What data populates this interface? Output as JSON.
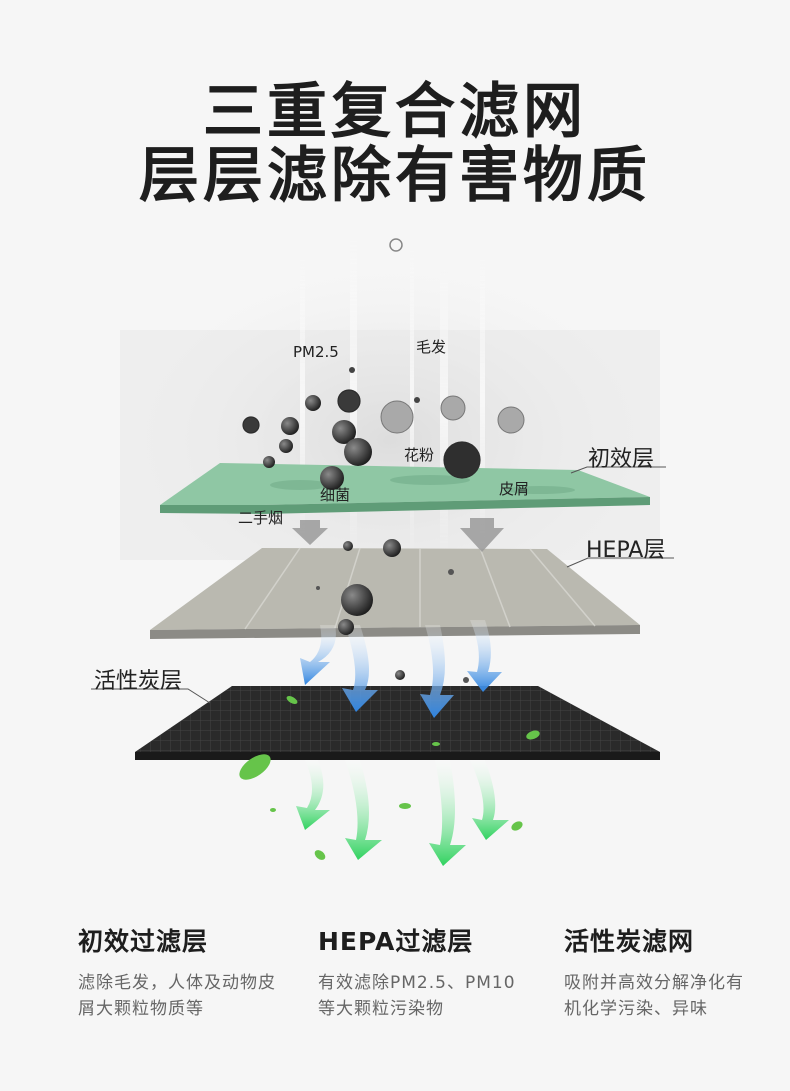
{
  "headline": {
    "line1": "三重复合滤网",
    "line2": "层层滤除有害物质"
  },
  "particles": {
    "pm25": "PM2.5",
    "hair": "毛发",
    "pollen": "花粉",
    "bacteria": "细菌",
    "dander": "皮屑",
    "smoke": "二手烟"
  },
  "layers": {
    "primary": "初效层",
    "hepa": "HEPA层",
    "carbon": "活性炭层"
  },
  "features": [
    {
      "title": "初效过滤层",
      "desc": "滤除毛发，人体及动物皮屑大颗粒物质等"
    },
    {
      "title": "HEPA过滤层",
      "desc": "有效滤除PM2.5、PM10等大颗粒污染物"
    },
    {
      "title": "活性炭滤网",
      "desc": "吸附并高效分解净化有机化学污染、异味"
    }
  ],
  "colors": {
    "primary_layer": "#8fc7a4",
    "hepa_layer": "#b8b7ae",
    "carbon_layer": "#2a2a2a",
    "blue_arrow": "#3d8fe0",
    "green_arrow": "#3fd36a"
  }
}
